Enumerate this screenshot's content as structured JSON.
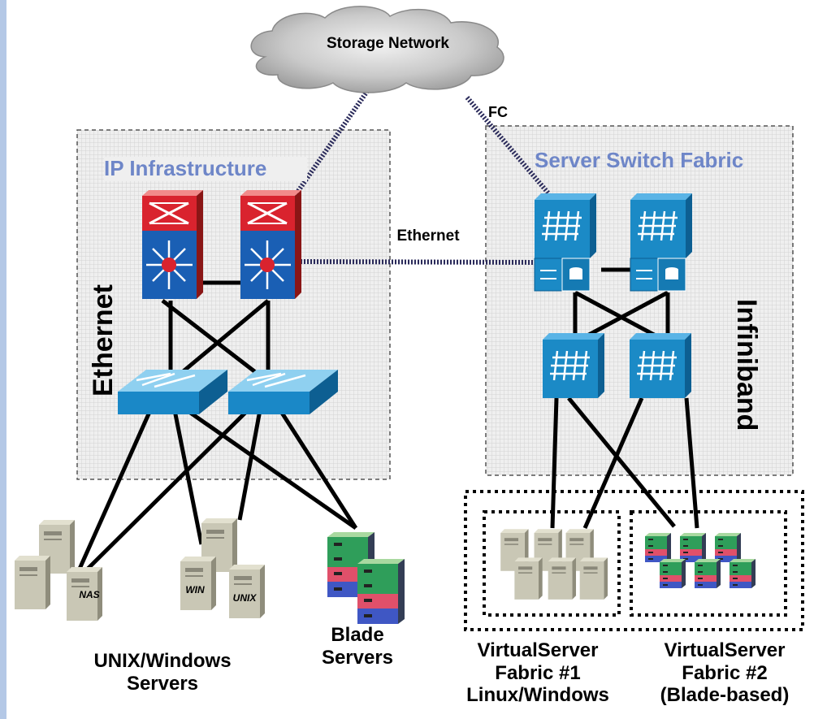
{
  "cloud": {
    "label": "Storage Network"
  },
  "links": {
    "fc": "FC",
    "ethernet": "Ethernet"
  },
  "ip_infrastructure": {
    "title": "IP Infrastructure",
    "side_label": "Ethernet"
  },
  "server_switch_fabric": {
    "title": "Server Switch Fabric",
    "side_label": "Infiniband"
  },
  "servers": {
    "unix_windows": {
      "line1": "UNIX/Windows",
      "line2": "Servers",
      "tags": [
        "NAS",
        "WIN",
        "UNIX"
      ]
    },
    "blade": {
      "line1": "Blade",
      "line2": "Servers"
    },
    "fabric1": {
      "line1": "VirtualServer",
      "line2": "Fabric #1",
      "line3": "Linux/Windows"
    },
    "fabric2": {
      "line1": "VirtualServer",
      "line2": "Fabric #2",
      "line3": "(Blade-based)"
    }
  },
  "colors": {
    "left_bar": "#b4c8e6",
    "router_red": "#d9232e",
    "switch_blue": "#1a88c7",
    "fabric_blue": "#1b8ac6",
    "cloud_grey": "#b9b9b9",
    "title_blue": "#6e86c8"
  }
}
